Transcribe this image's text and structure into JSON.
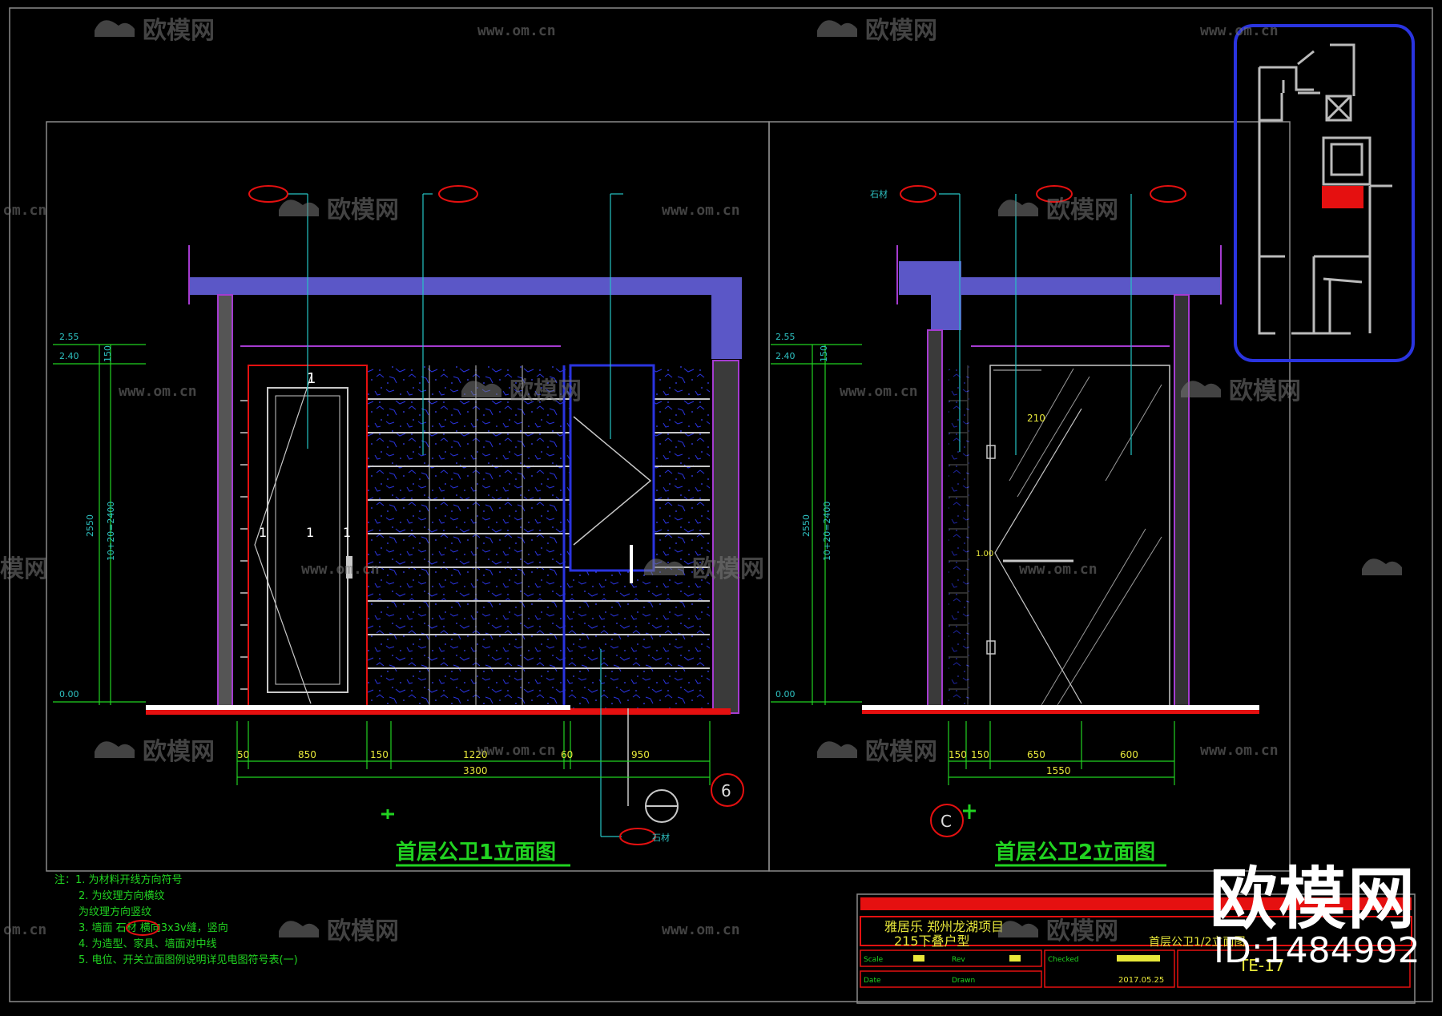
{
  "watermark": {
    "name": "欧模网",
    "url": "www.om.cn",
    "url_partial": "om.cn",
    "name_partial": "模网"
  },
  "brand": {
    "name": "欧模网",
    "id": "ID:1484992"
  },
  "drawing1": {
    "title": "首层公卫1立面图",
    "level_marks": [
      "2.55",
      "2.40",
      "0.00"
    ],
    "vertical_dims": [
      "150",
      "2550",
      "10+20=2400"
    ],
    "dims": [
      "50",
      "850",
      "150",
      "1220",
      "60",
      "950"
    ],
    "total": "3300",
    "door_mark": "1",
    "section_mark": "6",
    "material_tag": "石材",
    "swing_marks": [
      "1",
      "1",
      "1"
    ]
  },
  "drawing2": {
    "title": "首层公卫2立面图",
    "level_marks": [
      "2.55",
      "2.40",
      "0.00"
    ],
    "vertical_dims": [
      "150",
      "2550",
      "10+20=2400"
    ],
    "dims": [
      "150",
      "150",
      "650",
      "600"
    ],
    "total": "1550",
    "glass_dims": [
      "210",
      "1.00"
    ],
    "section_mark": "C",
    "material_tag": "石材"
  },
  "notes": [
    "注：1.       为材料开线方向符号",
    "2.       为纹理方向横纹",
    "        为纹理方向竖纹",
    "3. 墙面            石材 横向3x3v缝，竖向",
    "4.            为造型、家具、墙面对中线",
    "5. 电位、开关立面图例说明详见电图符号表(一)"
  ],
  "titleblock": {
    "project_line1": "雅居乐 郑州龙湖项目",
    "project_line2": "215下叠户型",
    "drawing_name": "首层公卫1/2立面图",
    "sheet_no": "TE-17",
    "date": "2017.05.25",
    "small_labels": [
      "Scale",
      "Rev",
      "Date",
      "Drawn",
      "Checked"
    ]
  },
  "colors": {
    "purple": "#5b57c7",
    "magenta": "#a53bd0",
    "red": "#e51010",
    "cyan": "#26c4c4",
    "green": "#21d321",
    "blue": "#2a34e0",
    "yellow": "#e7e73a",
    "watermark": "#7a7a7a"
  }
}
